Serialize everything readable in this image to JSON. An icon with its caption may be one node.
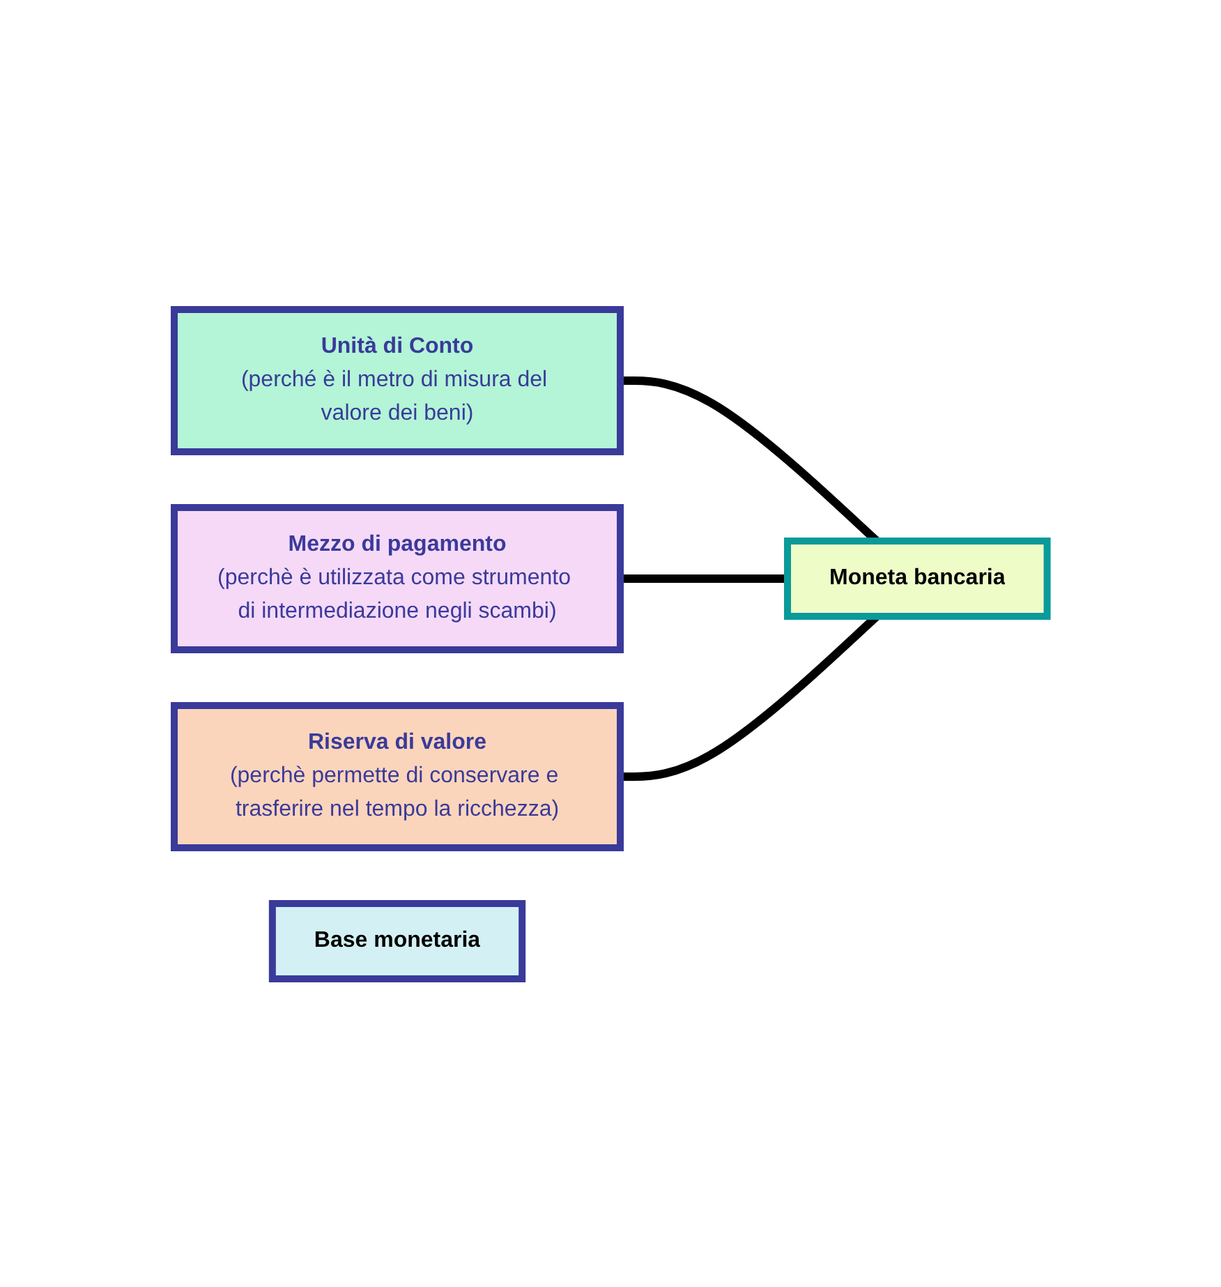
{
  "diagram": {
    "nodes": [
      {
        "text": [
          "Unità di Conto",
          "(perché è il metro di misura del valore dei beni)"
        ]
      },
      {
        "text": [
          "Mezzo di pagamento",
          "(perchè è utilizzata come strumento di intermediazione negli scambi)"
        ]
      },
      {
        "text": [
          "Riserva di valore",
          "(perchè permette di conservare e trasferire nel tempo la ricchezza)"
        ]
      },
      {
        "text": [
          "Moneta bancaria"
        ]
      },
      {
        "text": [
          "Base monetaria"
        ]
      }
    ],
    "edges": [
      {
        "from": 0,
        "to": 3,
        "arrow": "none"
      },
      {
        "from": 1,
        "to": 3,
        "arrow": "none"
      },
      {
        "from": 2,
        "to": 3,
        "arrow": "none"
      }
    ]
  }
}
